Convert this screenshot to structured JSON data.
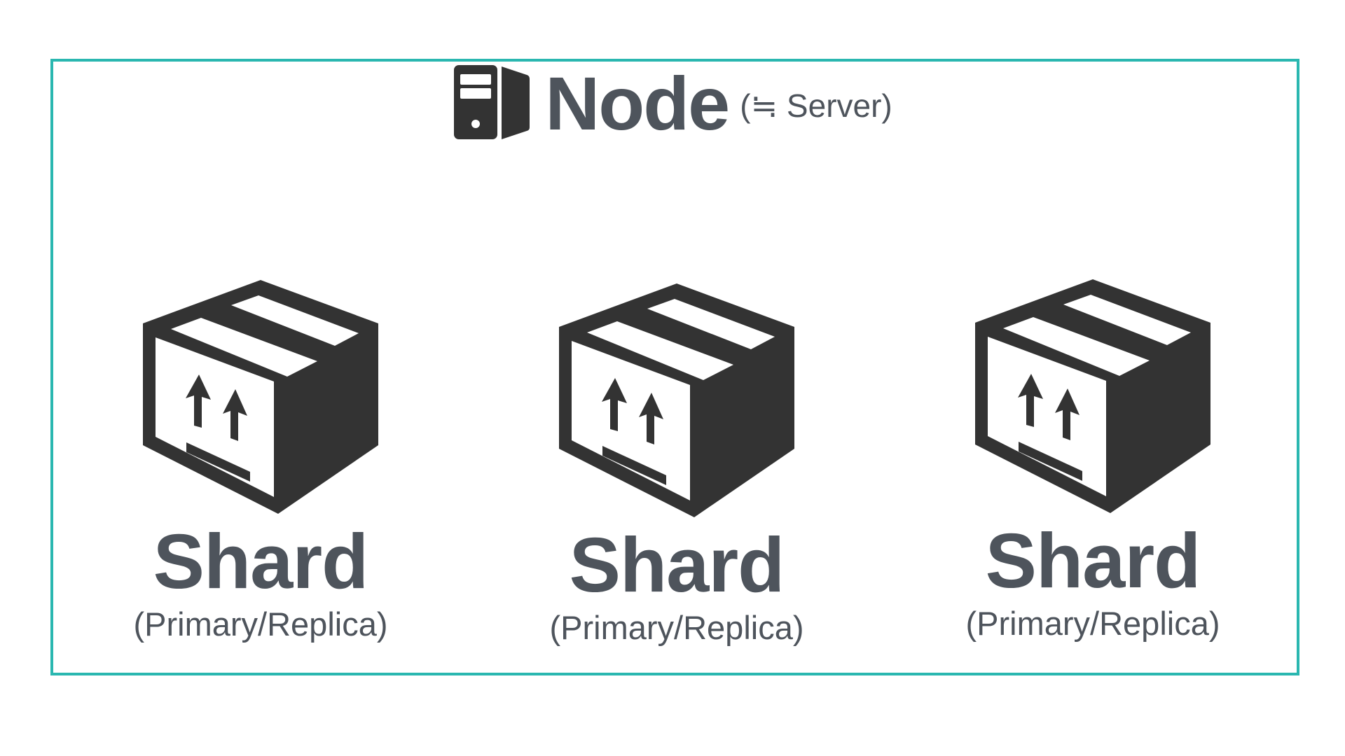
{
  "colors": {
    "frame": "#2ab7b0",
    "text": "#4e545c",
    "icon": "#333333",
    "background": "#ffffff"
  },
  "node": {
    "title": "Node",
    "subtitle": "(≒ Server)",
    "icon": "server-tower-icon"
  },
  "shards": [
    {
      "label": "Shard",
      "role": "(Primary/Replica)",
      "icon": "box-this-side-up-icon"
    },
    {
      "label": "Shard",
      "role": "(Primary/Replica)",
      "icon": "box-this-side-up-icon"
    },
    {
      "label": "Shard",
      "role": "(Primary/Replica)",
      "icon": "box-this-side-up-icon"
    }
  ]
}
